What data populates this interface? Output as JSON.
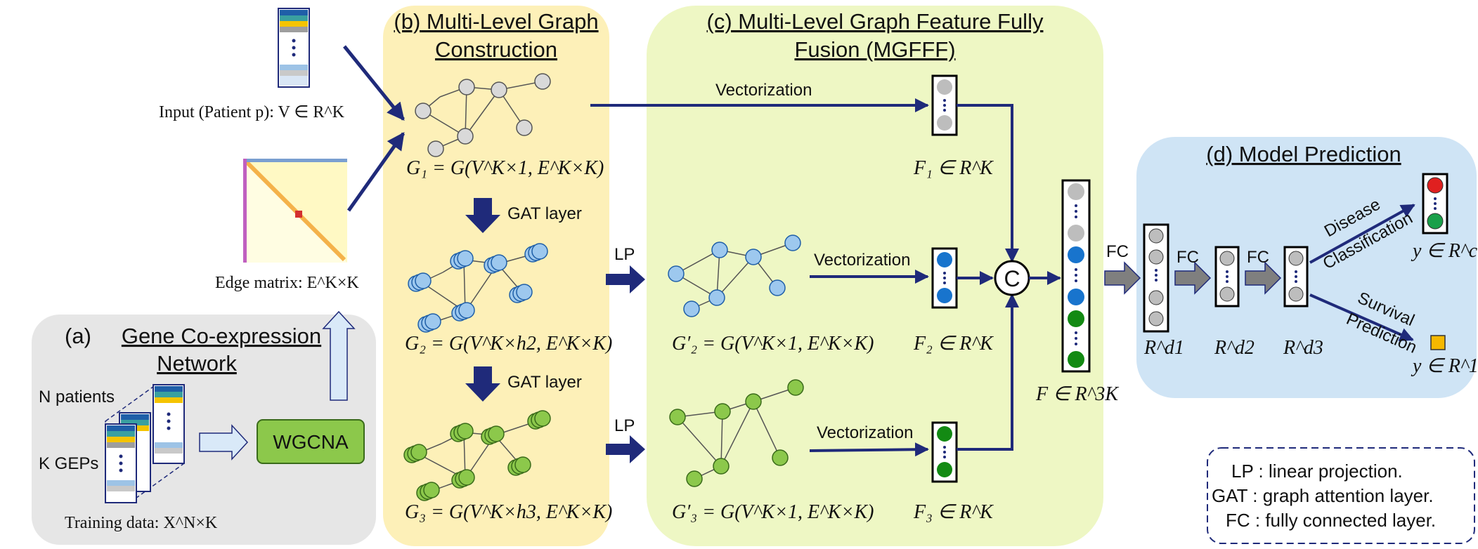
{
  "panels": {
    "a": {
      "letter": "(a)",
      "title_line1": "Gene Co-expression",
      "title_line2": "Network"
    },
    "b": {
      "title_line1": "(b) Multi-Level Graph",
      "title_line2": "Construction"
    },
    "c": {
      "title_line1": "(c) Multi-Level Graph Feature Fully",
      "title_line2": "Fusion (MGFFF)"
    },
    "d": {
      "title": "(d) Model Prediction"
    }
  },
  "labels": {
    "input": "Input (Patient p): V ∈ R^K",
    "edge_matrix": "Edge matrix: E^K×K",
    "n_patients": "N  patients",
    "k_geps": "K  GEPs",
    "training": "Training data: X^N×K",
    "wgcna": "WGCNA",
    "g1": "G₁ = G(V^K×1, E^K×K)",
    "g2": "G₂ = G(V^K×h2, E^K×K)",
    "g3": "G₃ = G(V^K×h3, E^K×K)",
    "gat1": "GAT layer",
    "gat2": "GAT layer",
    "lp1": "LP",
    "lp2": "LP",
    "vec1": "Vectorization",
    "vec2": "Vectorization",
    "vec3": "Vectorization",
    "g2p": "G′₂ = G(V^K×1, E^K×K)",
    "g3p": "G′₃ = G(V^K×1, E^K×K)",
    "f1": "F₁ ∈ R^K",
    "f2": "F₂ ∈ R^K",
    "f3": "F₃ ∈ R^K",
    "f": "F ∈ R^3K",
    "concat": "C",
    "fc1": "FC",
    "fc2": "FC",
    "fc3": "FC",
    "rd1": "R^d1",
    "rd2": "R^d2",
    "rd3": "R^d3",
    "disease1": "Disease",
    "disease2": "Classification",
    "survival1": "Survival",
    "survival2": "Prediction",
    "yc": "y ∈ R^c",
    "y1": "y ∈ R^1"
  },
  "legend": {
    "lp": "LP : linear projection.",
    "gat": "GAT : graph attention layer.",
    "fc": "FC : fully connected layer."
  },
  "colors": {
    "panel_a": "#e6e6e6",
    "panel_b": "#fdf0b8",
    "panel_c": "#eef7c4",
    "panel_d": "#cfe4f5",
    "arrow": "#1f2a7a",
    "node_gray": "#d9d9d9",
    "node_blue": "#9dc8ee",
    "node_green": "#8cc84b",
    "wgcna": "#8cc84b",
    "feat_blue": "#1874cd",
    "feat_green": "#138a13",
    "red": "#e02020",
    "orange": "#f5b800"
  }
}
